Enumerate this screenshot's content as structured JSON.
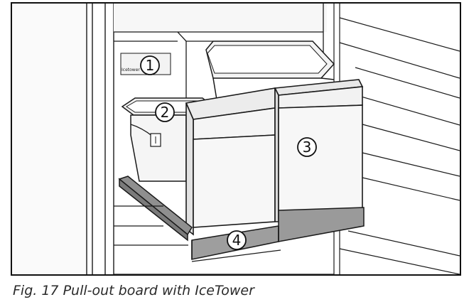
{
  "figure": {
    "caption": "Fig. 17 Pull-out board with IceTower",
    "brand_mark": "Icetower",
    "callouts": [
      {
        "id": "1",
        "label": "1"
      },
      {
        "id": "2",
        "label": "2"
      },
      {
        "id": "3",
        "label": "3"
      },
      {
        "id": "4",
        "label": "4"
      }
    ]
  },
  "colors": {
    "line": "#1a1a1a",
    "panel_fill": "#f1f1f1",
    "wall_fill": "#f6f6f6",
    "board_fill": "#9e9e9e",
    "board_dark": "#7c7c7c",
    "background": "#ffffff"
  }
}
